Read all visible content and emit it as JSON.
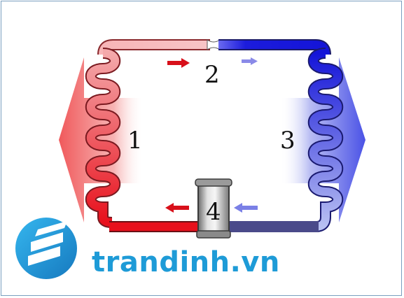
{
  "labels": {
    "condenser": "1",
    "expansion_valve": "2",
    "evaporator": "3",
    "compressor": "4"
  },
  "watermark": {
    "text": "trandinh.vn",
    "color": "#1e9bd7"
  },
  "colors": {
    "hot": "#e8101c",
    "warm_light": "#f7b7b9",
    "cold": "#1a1adb",
    "cool_light": "#b9c3f2",
    "heat_out_arrow": "#f06a6a",
    "heat_in_arrow": "#5a62e8"
  },
  "icons": {
    "logo": "trandinh-logo",
    "flow_arrows": "arrow-icon"
  }
}
